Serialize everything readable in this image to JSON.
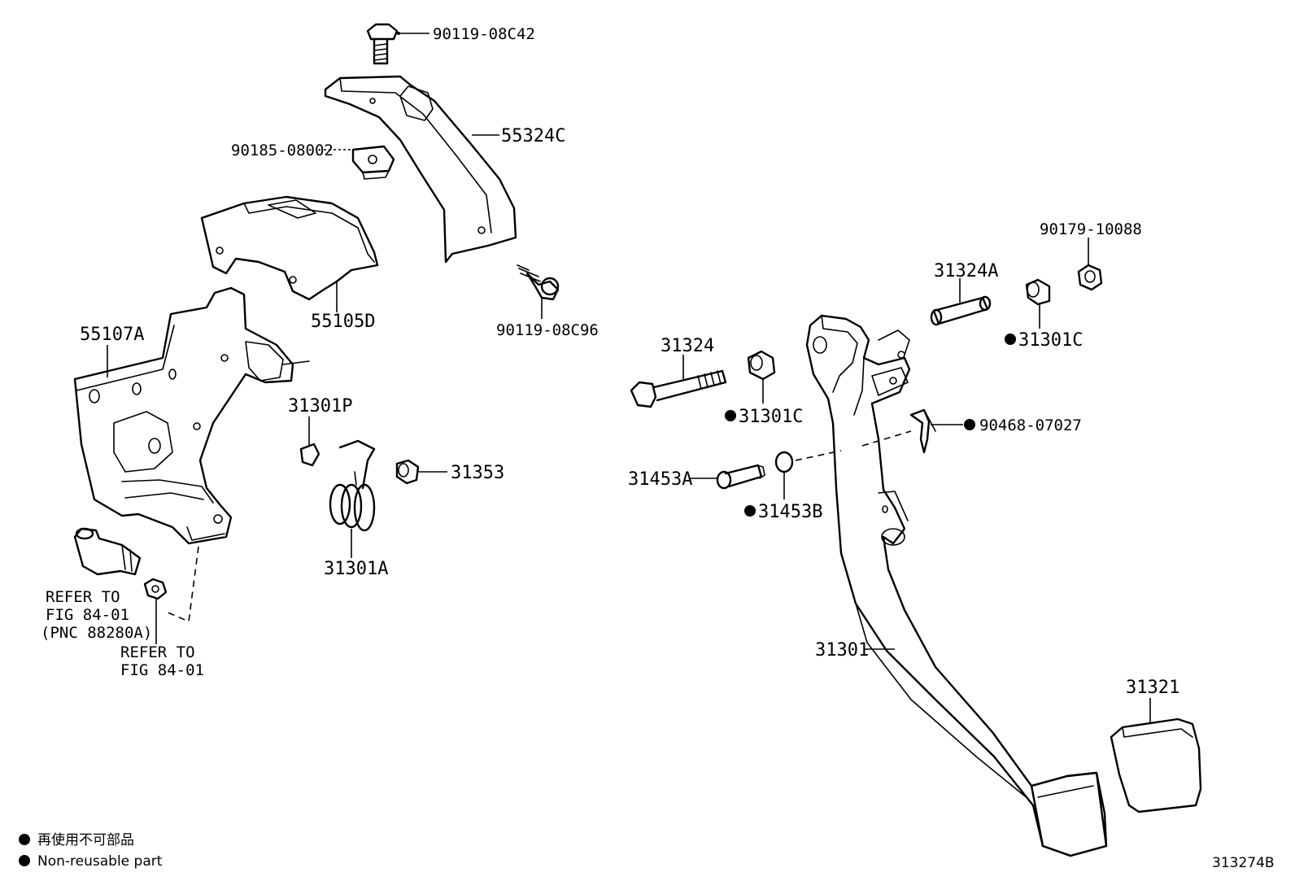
{
  "parts": {
    "p_90119_08C42": "90119-08C42",
    "p_55324C": "55324C",
    "p_90185_08002": "90185-08002",
    "p_55105D": "55105D",
    "p_90119_08C96": "90119-08C96",
    "p_55107A": "55107A",
    "p_31301P": "31301P",
    "p_31353": "31353",
    "p_31301A": "31301A",
    "p_90179_10088": "90179-10088",
    "p_31324A": "31324A",
    "p_31301C_right": "31301C",
    "p_31324": "31324",
    "p_31301C_mid": "31301C",
    "p_90468_07027": "90468-07027",
    "p_31453A": "31453A",
    "p_31453B": "31453B",
    "p_31301": "31301",
    "p_31321": "31321"
  },
  "refs": {
    "ref1_line1": "REFER TO",
    "ref1_line2": "FIG 84-01",
    "ref1_line3": "(PNC 88280A)",
    "ref2_line1": "REFER TO",
    "ref2_line2": "FIG 84-01"
  },
  "legend": {
    "line1": "再使用不可部品",
    "line2": "Non-reusable part"
  },
  "diagram_id": "313274B"
}
